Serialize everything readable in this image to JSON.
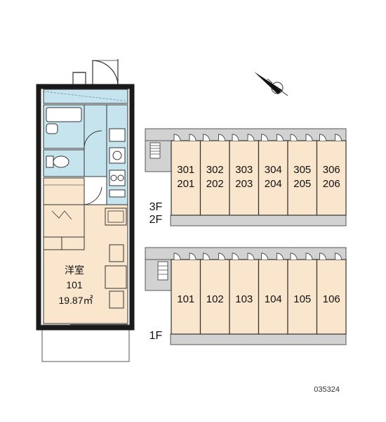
{
  "floor_plan": {
    "room_type": "洋室",
    "room_number": "101",
    "area": "19.87㎡"
  },
  "compass": {
    "icon": "north-arrow-icon",
    "direction": "NW"
  },
  "building": {
    "upper_floor_label": {
      "line1": "3F",
      "line2": "2F"
    },
    "ground_floor_label": "1F",
    "upper_units": [
      {
        "top": "301",
        "bottom": "201"
      },
      {
        "top": "302",
        "bottom": "202"
      },
      {
        "top": "303",
        "bottom": "203"
      },
      {
        "top": "304",
        "bottom": "204"
      },
      {
        "top": "305",
        "bottom": "205"
      },
      {
        "top": "306",
        "bottom": "206"
      }
    ],
    "ground_units": [
      "101",
      "102",
      "103",
      "104",
      "105",
      "106"
    ]
  },
  "property_code": "035324",
  "colors": {
    "unit_fill": "#fae6cc",
    "wet_area_fill": "#c6e4ee",
    "walkway_fill": "#d2d2d2",
    "wall": "#1a1a1a"
  }
}
